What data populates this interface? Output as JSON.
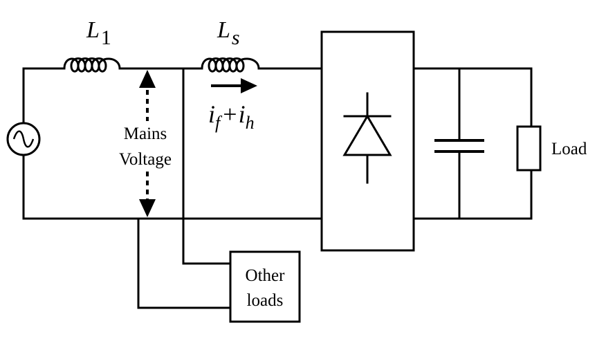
{
  "diagram": {
    "labels": {
      "l1_main": "L",
      "l1_sub": "1",
      "ls_main": "L",
      "ls_sub": "s",
      "current_i1": "i",
      "current_f": "f",
      "current_plus": "+",
      "current_i2": "i",
      "current_h": "h",
      "mains_line1": "Mains",
      "mains_line2": "Voltage",
      "other_line1": "Other",
      "other_line2": "loads",
      "load": "Load"
    }
  }
}
